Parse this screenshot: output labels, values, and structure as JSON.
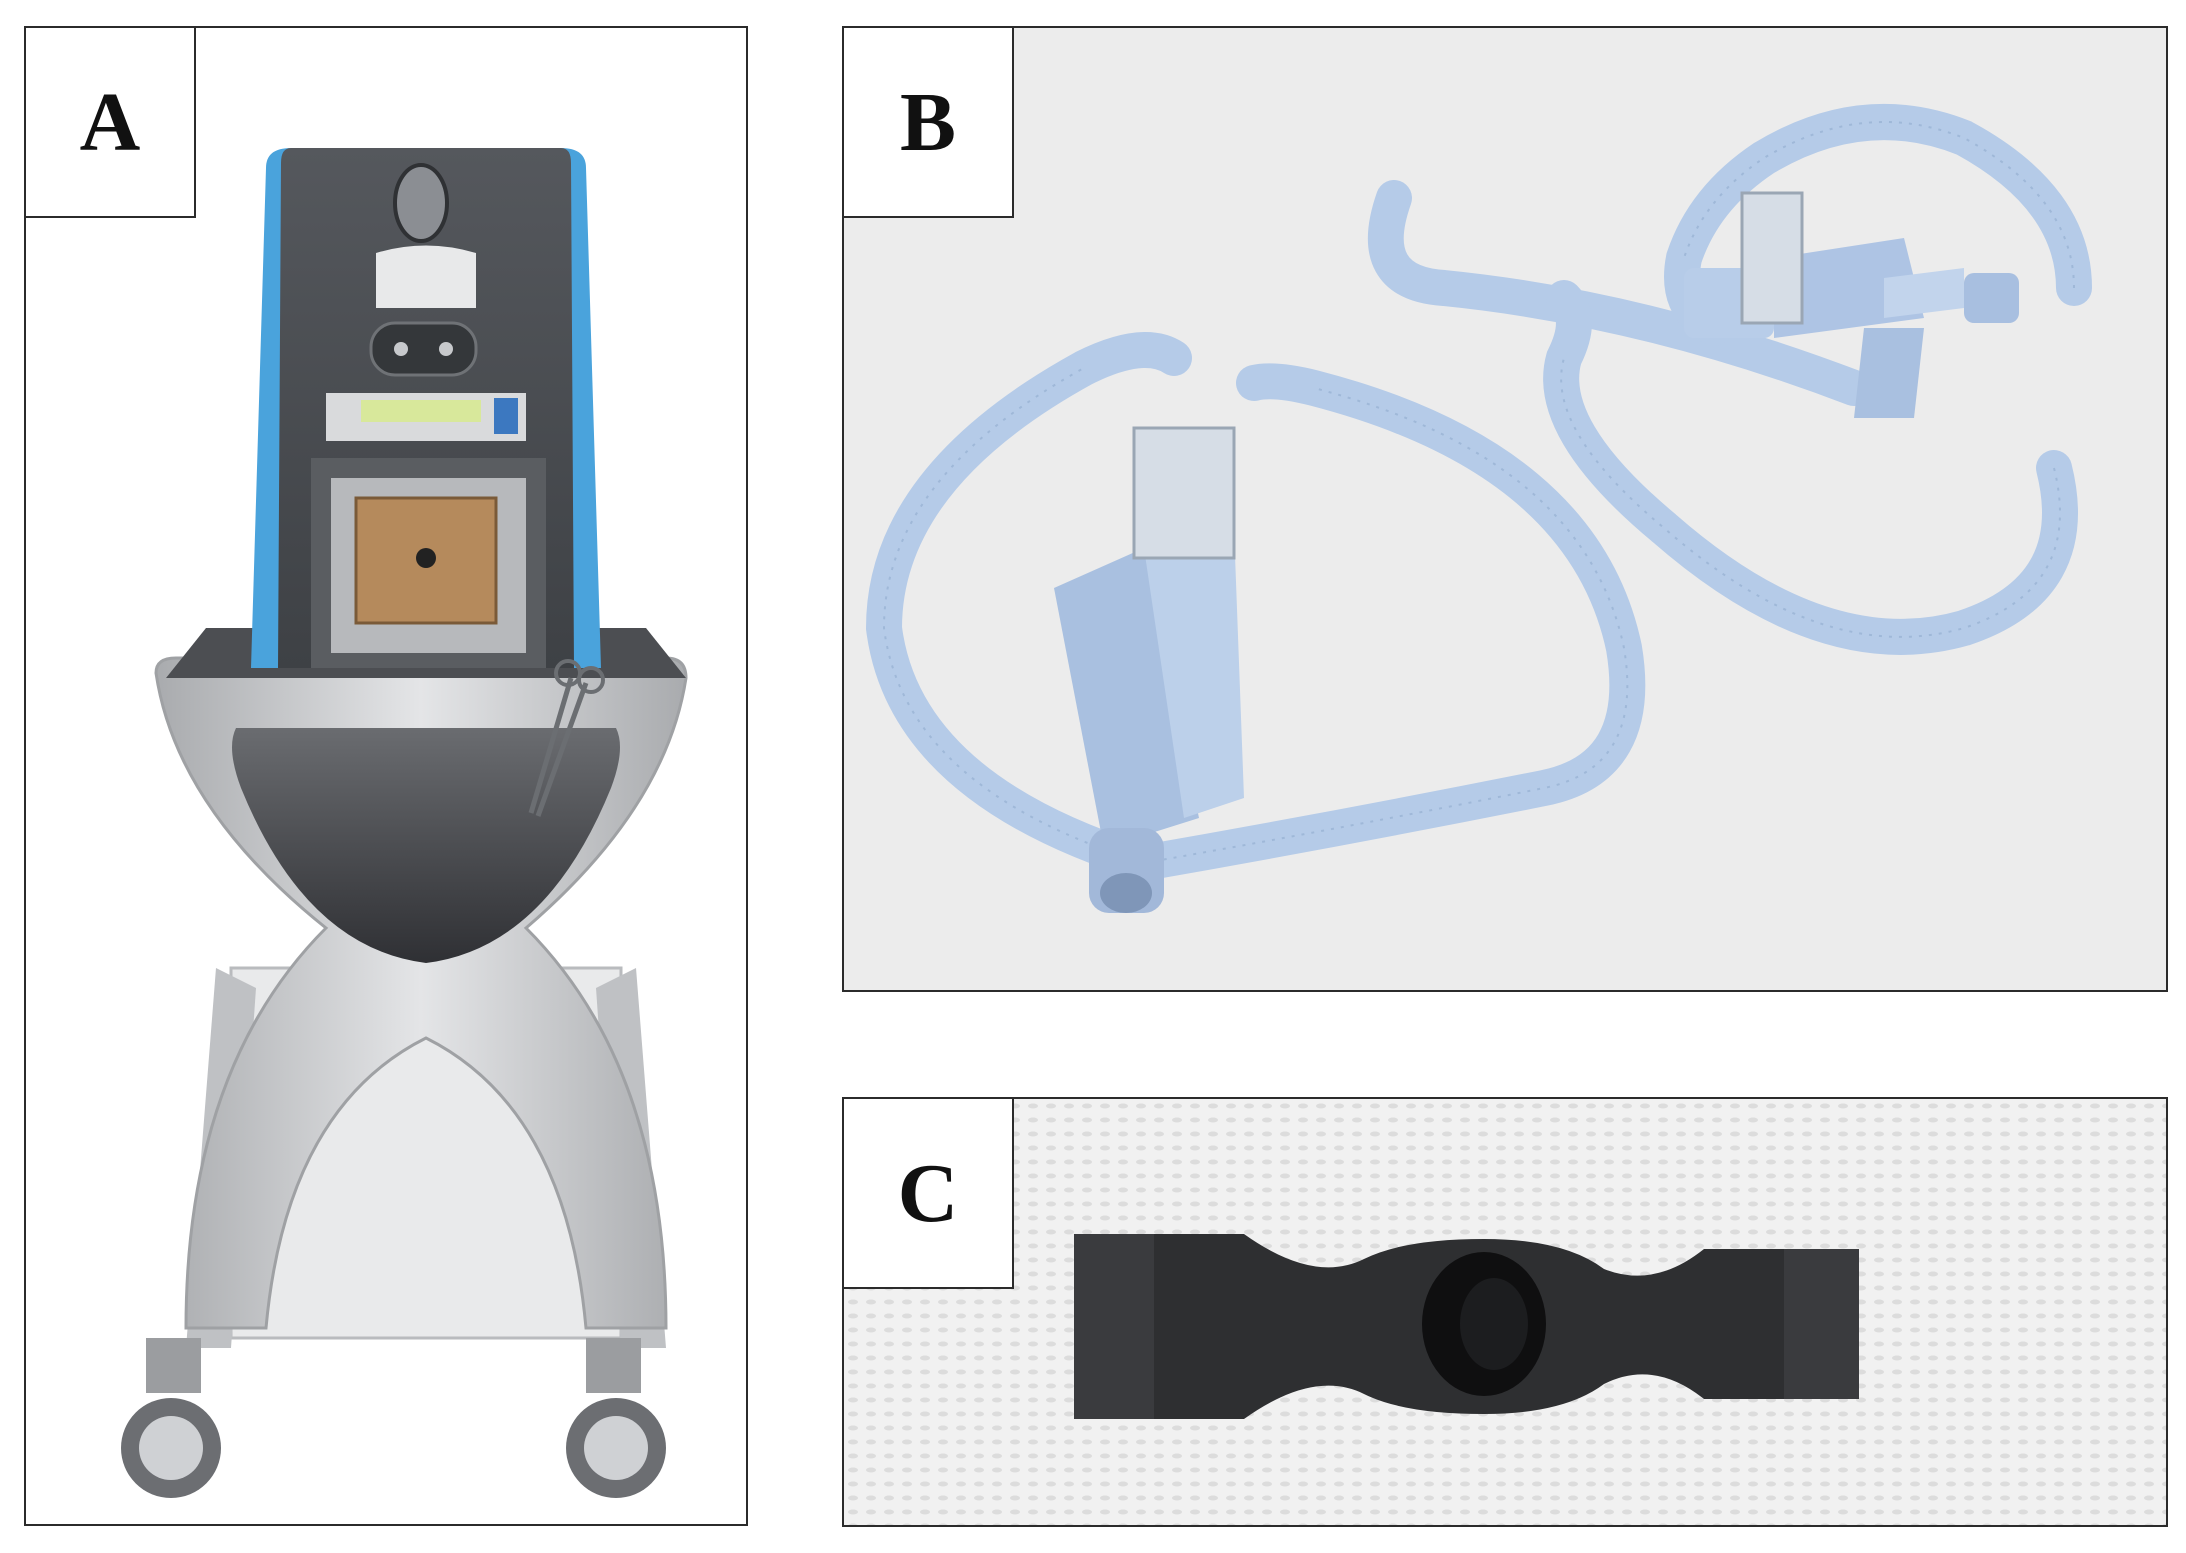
{
  "panels": [
    {
      "label": "A"
    },
    {
      "label": "B"
    },
    {
      "label": "C"
    }
  ],
  "colors": {
    "device_blue": "#4aa3dc",
    "device_dark": "#4a4d52",
    "cart_silver": "#c9cbce",
    "tube_blue": "#b5cbe8",
    "connector_black": "#2e2f31"
  }
}
